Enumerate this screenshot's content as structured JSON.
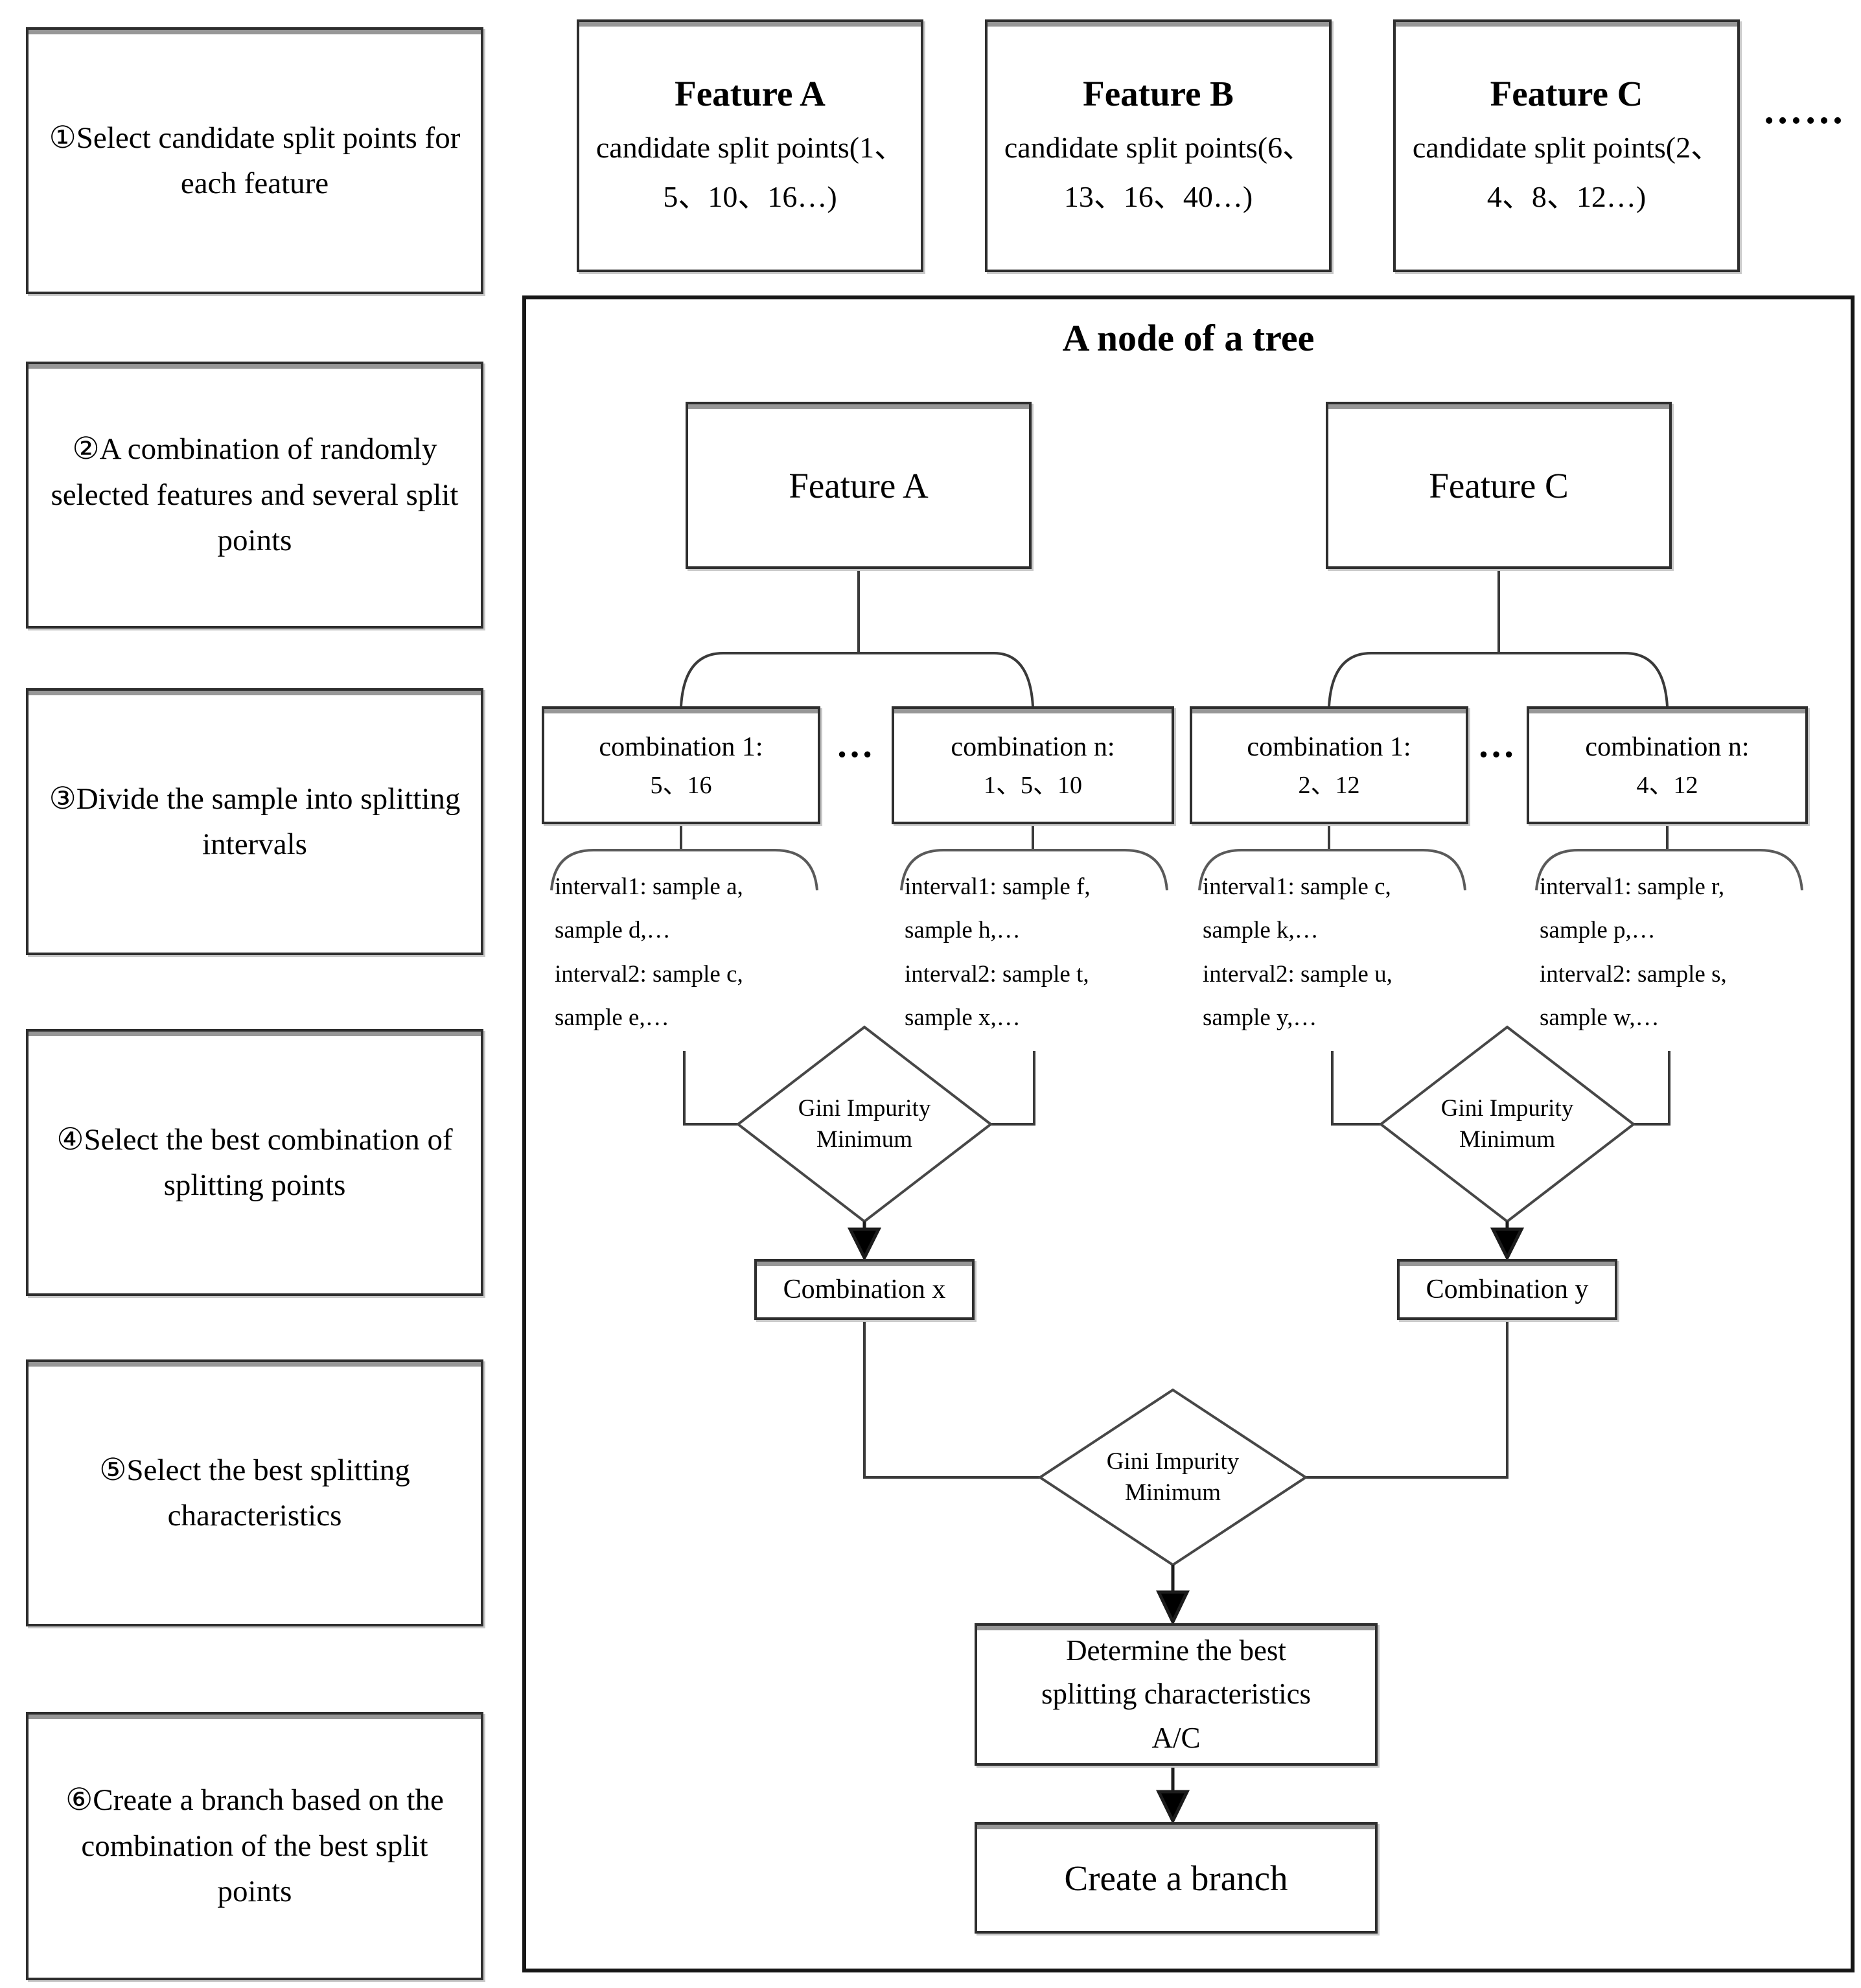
{
  "left_steps": [
    {
      "label": "①Select candidate split points for each feature"
    },
    {
      "label": "②A combination of randomly selected features and several split points"
    },
    {
      "label": "③Divide the sample into splitting intervals"
    },
    {
      "label": "④Select the best combination of splitting points"
    },
    {
      "label": "⑤Select the best splitting characteristics"
    },
    {
      "label": "⑥Create a branch based on the combination of the best split points"
    }
  ],
  "top_features": [
    {
      "title": "Feature A",
      "body": "candidate split points(1、5、10、16…)"
    },
    {
      "title": "Feature B",
      "body": "candidate split points(6、13、16、40…)"
    },
    {
      "title": "Feature C",
      "body": "candidate split points(2、4、8、12…)"
    }
  ],
  "top_ellipsis": "……",
  "node": {
    "title": "A node of a tree",
    "feature_left": "Feature A",
    "feature_right": "Feature C",
    "combinations": [
      {
        "line1": "combination 1:",
        "line2": "5、16"
      },
      {
        "line1": "combination n:",
        "line2": "1、5、10"
      },
      {
        "line1": "combination 1:",
        "line2": "2、12"
      },
      {
        "line1": "combination n:",
        "line2": "4、12"
      }
    ],
    "ellipsis_left": "…",
    "ellipsis_right": "…",
    "intervals": [
      {
        "lines": [
          "interval1: sample a,",
          "sample d,…",
          "interval2: sample c,",
          "sample e,…"
        ]
      },
      {
        "lines": [
          "interval1: sample f,",
          "sample h,…",
          "interval2: sample t,",
          "sample x,…"
        ]
      },
      {
        "lines": [
          "interval1: sample c,",
          "sample k,…",
          "interval2: sample u,",
          "sample y,…"
        ]
      },
      {
        "lines": [
          "interval1: sample r,",
          "sample p,…",
          "interval2: sample s,",
          "sample w,…"
        ]
      }
    ],
    "gini": {
      "line1": "Gini Impurity",
      "line2": "Minimum"
    },
    "result_left": "Combination x",
    "result_right": "Combination y",
    "determine_lines": [
      "Determine the best",
      "splitting characteristics",
      "A/C"
    ],
    "create_branch": "Create a branch"
  }
}
